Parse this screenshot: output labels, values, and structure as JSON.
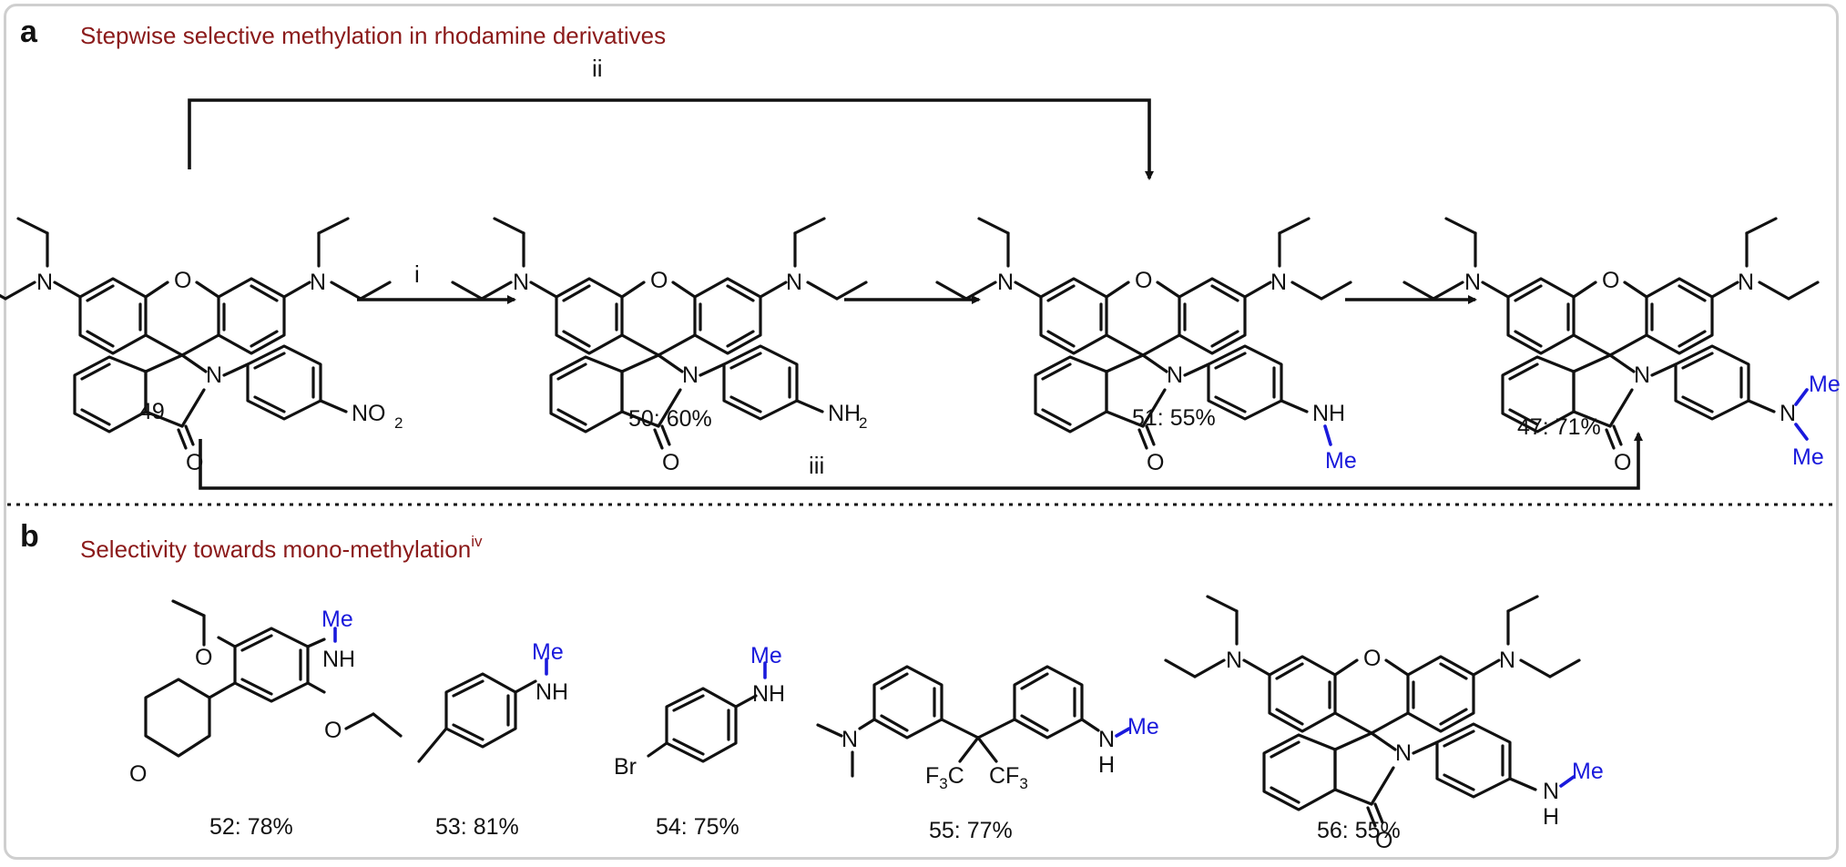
{
  "panel_a": {
    "letter": "a",
    "title": "Stepwise selective methylation in rhodamine derivatives",
    "reagents": {
      "i": "i",
      "ii": "ii",
      "iii": "iii"
    },
    "compounds": [
      {
        "id": "49",
        "label": "49",
        "group": "NO",
        "group_sub": "2"
      },
      {
        "id": "50",
        "label": "50: 60%",
        "group": "NH",
        "group_sub": "2"
      },
      {
        "id": "51",
        "label": "51: 55%",
        "group": "NH",
        "methyl": "Me"
      },
      {
        "id": "47",
        "label": "47: 71%",
        "group": "N",
        "methyl": "Me",
        "methyl2": "Me"
      }
    ]
  },
  "panel_b": {
    "letter": "b",
    "title": "Selectivity towards mono-methylation",
    "title_sup": "iv",
    "compounds": [
      {
        "id": "52",
        "label": "52: 78%",
        "group": "NH",
        "methyl": "Me",
        "o1": "O",
        "o2": "O",
        "o3": "O"
      },
      {
        "id": "53",
        "label": "53: 81%",
        "group": "NH",
        "methyl": "Me"
      },
      {
        "id": "54",
        "label": "54: 75%",
        "group": "NH",
        "methyl": "Me",
        "halogen": "Br"
      },
      {
        "id": "55",
        "label": "55: 77%",
        "group": "N",
        "methyl": "Me",
        "nh": "H",
        "cf3a": "F",
        "cf3a_sub": "3",
        "cf3a_tail": "C",
        "cf3b": "CF",
        "cf3b_sub": "3",
        "amine": "N"
      },
      {
        "id": "56",
        "label": "56: 55%",
        "group": "N",
        "nh": "H",
        "methyl": "Me"
      }
    ]
  },
  "atoms": {
    "N": "N",
    "O": "O"
  },
  "colors": {
    "frame": "#cfcfcf",
    "title": "#8b1a1a",
    "methyl": "#1a1adc",
    "ink": "#111111"
  }
}
